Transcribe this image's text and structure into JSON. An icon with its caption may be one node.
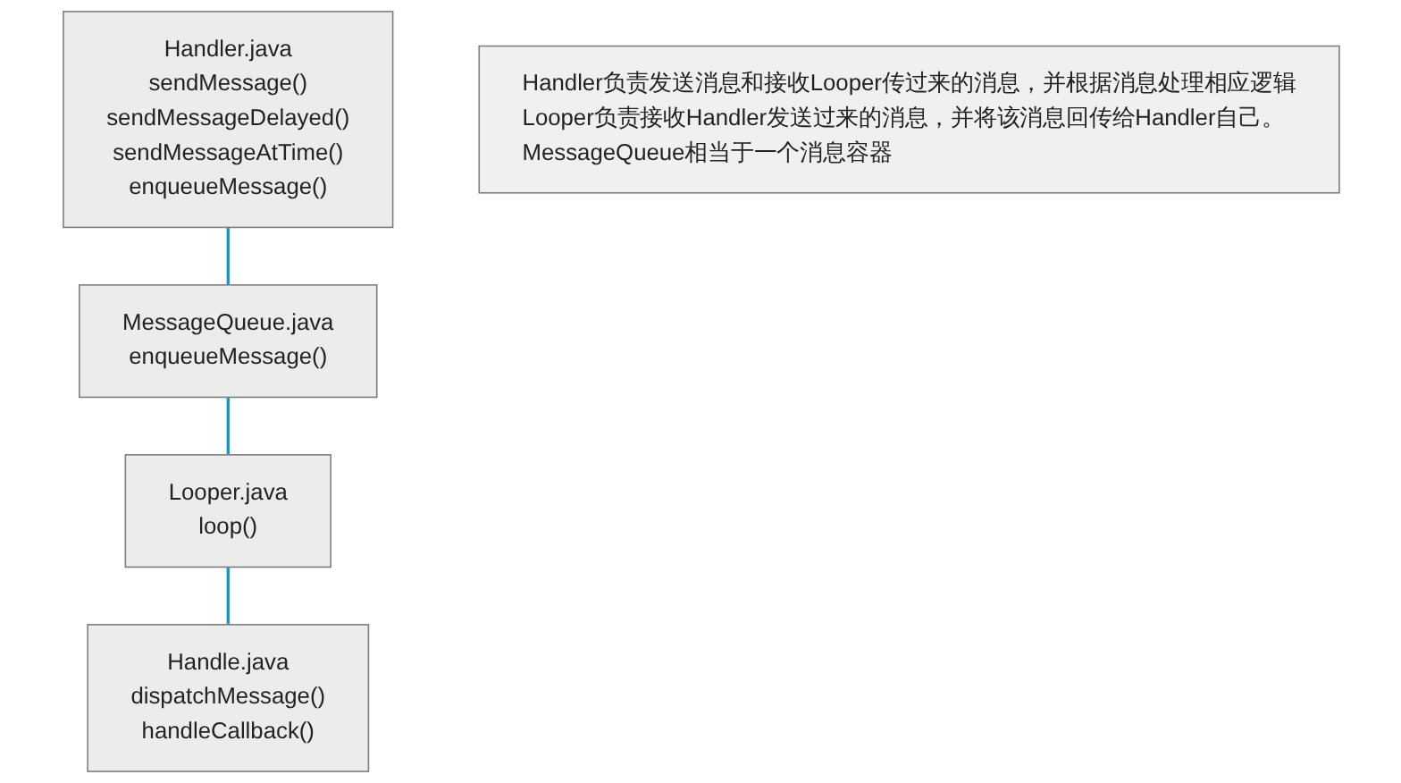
{
  "diagram": {
    "nodes": [
      {
        "text": [
          "Handler.java",
          "sendMessage()",
          "sendMessageDelayed()",
          "sendMessageAtTime()",
          "enqueueMessage()"
        ]
      },
      {
        "text": [
          "MessageQueue.java",
          "enqueueMessage()"
        ]
      },
      {
        "text": [
          "Looper.java",
          "loop()"
        ]
      },
      {
        "text": [
          "Handle.java",
          "dispatchMessage()",
          "handleCallback()"
        ]
      },
      {
        "text": [
          "Handler负责发送消息和接收Looper传过来的消息，并根据消息处理相应逻辑",
          "Looper负责接收Handler发送过来的消息，并将该消息回传给Handler自己。",
          "MessageQueue相当于一个消息容器"
        ]
      }
    ],
    "edges": [
      {
        "from": 0,
        "to": 1,
        "arrow": "none"
      },
      {
        "from": 1,
        "to": 2,
        "arrow": "none"
      },
      {
        "from": 2,
        "to": 3,
        "arrow": "none"
      }
    ]
  }
}
